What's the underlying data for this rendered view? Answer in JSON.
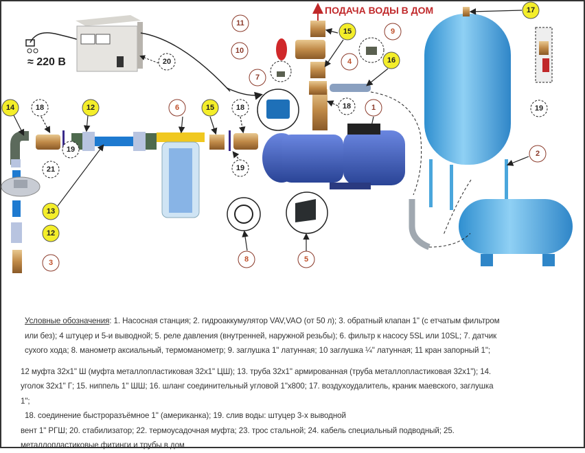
{
  "header": {
    "supply_label": "ПОДАЧА ВОДЫ В ДОМ",
    "voltage_label": "≈ 220 В"
  },
  "callouts": [
    "1",
    "2",
    "3",
    "4",
    "5",
    "6",
    "7",
    "8",
    "9",
    "10",
    "11",
    "12",
    "13",
    "14",
    "15",
    "16",
    "17",
    "18",
    "19",
    "20",
    "21"
  ],
  "colors": {
    "accent_red": "#c0282a",
    "callout_yellow": "#f4ee2a",
    "tank_blue": "#4aa6dc",
    "pump_blue": "#3b5bb8",
    "callout_text": "#8b3a2a"
  },
  "legend": {
    "title": "Условные обозначения",
    "line1": ": 1. Насосная станция; 2. гидроаккумулятор VAV,VAO (от 50 л); 3. обратный клапан 1\" (с етчатым фильтром",
    "line2": "или без); 4 штуцер и 5-и выводной; 5. реле давления (внутренней, наружной резьбы); 6. фильтр к насосу 5SL или 10SL; 7. датчик",
    "line3": "сухого хода; 8. манометр аксиальный, термоманометр; 9.  заглушка 1\" латунная; 10 заглушка ¼\" латунная; 11 кран запорный 1\";",
    "line4": "12 муфта 32х1\" Ш (муфта металлопластиковая 32х1\" ЦШ); 13. труба 32х1\" армированная (труба металлопластиковая 32х1\"); 14.",
    "line5": "уголок 32х1\" Г;  15. ниппель 1\" ШШ; 16. шланг соединительный угловой 1\"х800; 17. воздухоудалитель, краник маевского, заглушка",
    "line6": "1\";",
    "line7": "18. соединение быстроразъёмное 1\" (американка); 19. слив воды: штуцер 3-х выводной",
    "line8": "вент 1\" РГШ; 20. стабилизатор; 22. термоусадочная муфта; 23. трос стальной; 24. кабель специальный подводный; 25.",
    "line9": "металлопластиковые фитинги и трубы в дом"
  }
}
